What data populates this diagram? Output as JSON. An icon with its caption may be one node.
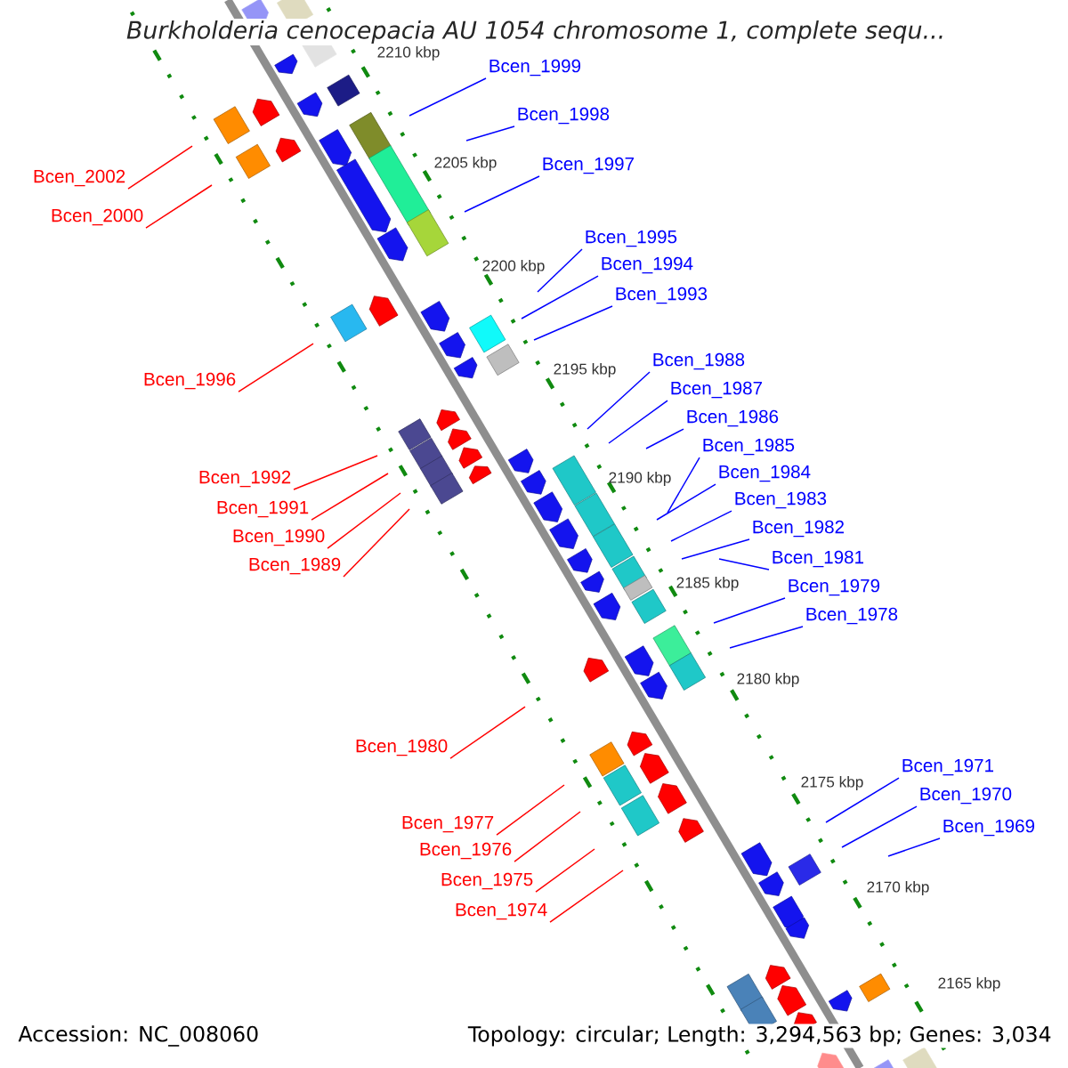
{
  "diagram": {
    "title": "Burkholderia cenocepacia AU 1054 chromosome 1, complete sequ...",
    "nodes": [
      {
        "text": [
          "Bcen_1999"
        ]
      },
      {
        "text": [
          "Bcen_1998"
        ]
      },
      {
        "text": [
          "Bcen_1997"
        ]
      },
      {
        "text": [
          "Bcen_2002"
        ]
      },
      {
        "text": [
          "Bcen_2000"
        ]
      },
      {
        "text": [
          "Bcen_1995"
        ]
      },
      {
        "text": [
          "Bcen_1994"
        ]
      },
      {
        "text": [
          "Bcen_1993"
        ]
      },
      {
        "text": [
          "Bcen_1988"
        ]
      },
      {
        "text": [
          "Bcen_1996"
        ]
      },
      {
        "text": [
          "Bcen_1987"
        ]
      },
      {
        "text": [
          "Bcen_1986"
        ]
      },
      {
        "text": [
          "Bcen_1985"
        ]
      },
      {
        "text": [
          "Bcen_1984"
        ]
      },
      {
        "text": [
          "Bcen_1992"
        ]
      },
      {
        "text": [
          "Bcen_1983"
        ]
      },
      {
        "text": [
          "Bcen_1991"
        ]
      },
      {
        "text": [
          "Bcen_1982"
        ]
      },
      {
        "text": [
          "Bcen_1990"
        ]
      },
      {
        "text": [
          "Bcen_1981"
        ]
      },
      {
        "text": [
          "Bcen_1989"
        ]
      },
      {
        "text": [
          "Bcen_1979"
        ]
      },
      {
        "text": [
          "Bcen_1978"
        ]
      },
      {
        "text": [
          "Bcen_1980"
        ]
      },
      {
        "text": [
          "Bcen_1971"
        ]
      },
      {
        "text": [
          "Bcen_1970"
        ]
      },
      {
        "text": [
          "Bcen_1977"
        ]
      },
      {
        "text": [
          "Bcen_1969"
        ]
      },
      {
        "text": [
          "Bcen_1976"
        ]
      },
      {
        "text": [
          "Bcen_1975"
        ]
      },
      {
        "text": [
          "Bcen_1974"
        ]
      }
    ],
    "edges": [
      {
        "from": 0,
        "to": null,
        "arrow": "none"
      },
      {
        "from": 1,
        "to": null,
        "arrow": "none"
      },
      {
        "from": 2,
        "to": null,
        "arrow": "none"
      },
      {
        "from": 3,
        "to": null,
        "arrow": "none",
        "color": "#ff0000"
      },
      {
        "from": 4,
        "to": null,
        "arrow": "none",
        "color": "#ff0000"
      },
      {
        "from": 5,
        "to": null,
        "arrow": "none"
      },
      {
        "from": 6,
        "to": null,
        "arrow": "none"
      },
      {
        "from": 7,
        "to": null,
        "arrow": "none"
      },
      {
        "from": 8,
        "to": null,
        "arrow": "none"
      },
      {
        "from": 9,
        "to": null,
        "arrow": "none",
        "color": "#ff0000"
      },
      {
        "from": 10,
        "to": null,
        "arrow": "none"
      },
      {
        "from": 11,
        "to": null,
        "arrow": "none"
      },
      {
        "from": 12,
        "to": null,
        "arrow": "none"
      },
      {
        "from": 13,
        "to": null,
        "arrow": "none"
      },
      {
        "from": 14,
        "to": null,
        "arrow": "none",
        "color": "#ff0000"
      },
      {
        "from": 15,
        "to": null,
        "arrow": "none"
      },
      {
        "from": 16,
        "to": null,
        "arrow": "none",
        "color": "#ff0000"
      },
      {
        "from": 17,
        "to": null,
        "arrow": "none"
      },
      {
        "from": 18,
        "to": null,
        "arrow": "none",
        "color": "#ff0000"
      },
      {
        "from": 19,
        "to": null,
        "arrow": "none"
      },
      {
        "from": 20,
        "to": null,
        "arrow": "none",
        "color": "#ff0000"
      },
      {
        "from": 21,
        "to": null,
        "arrow": "none"
      },
      {
        "from": 22,
        "to": null,
        "arrow": "none"
      },
      {
        "from": 23,
        "to": null,
        "arrow": "none",
        "color": "#ff0000"
      },
      {
        "from": 24,
        "to": null,
        "arrow": "none"
      },
      {
        "from": 25,
        "to": null,
        "arrow": "none"
      },
      {
        "from": 26,
        "to": null,
        "arrow": "none",
        "color": "#ff0000"
      },
      {
        "from": 27,
        "to": null,
        "arrow": "none"
      },
      {
        "from": 28,
        "to": null,
        "arrow": "none",
        "color": "#ff0000"
      },
      {
        "from": 29,
        "to": null,
        "arrow": "none",
        "color": "#ff0000"
      },
      {
        "from": 30,
        "to": null,
        "arrow": "none",
        "color": "#ff0000"
      }
    ],
    "labels": [
      "2210 kbp",
      "2205 kbp",
      "2200 kbp",
      "2195 kbp",
      "2190 kbp",
      "2185 kbp",
      "2180 kbp",
      "2175 kbp",
      "2170 kbp",
      "2165 kbp",
      "Accession: NC_008060",
      "Topology: circular; Length: 3,294,563 bp; Genes: 3,034"
    ]
  }
}
